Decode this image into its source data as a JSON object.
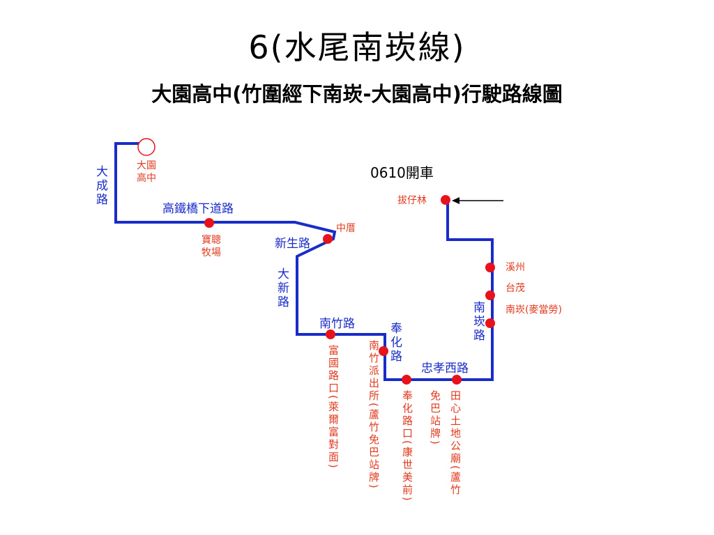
{
  "title": "6(水尾南崁線)",
  "subtitle": "大園高中(竹圍經下南崁-大園高中)行駛路線圖",
  "note": "0610開車",
  "colors": {
    "route": "#1a2cc8",
    "stop": "#e8121c",
    "stop_text": "#e03a1e",
    "road_text": "#1a2cc8"
  },
  "roads": {
    "dacheng": "大成路",
    "hsr_underpass": "高鐵橋下道路",
    "xinsheng": "新生路",
    "daxin": "大新路",
    "nanzhu": "南竹路",
    "fenghua": "奉化路",
    "zhongxiao_w": "忠孝西路",
    "nankan": "南崁路"
  },
  "stops": {
    "dayuan_hs": "大園高中",
    "baocong": "寶聰牧場",
    "zhongcuo": "中厝",
    "baziling": "拔仔林",
    "xizhou": "溪州",
    "taimao": "台茂",
    "nankan_mcd": "南崁(麥當勞)",
    "fuguo": "富國路口(萊爾富對面)",
    "nanzhu_police": "南竹派出所(蘆竹免巴站牌)",
    "fenghua_kangshi": "奉化路口(康世美前)",
    "free_bus": "免巴站牌)",
    "tianxin": "田心土地公廟(蘆竹"
  }
}
